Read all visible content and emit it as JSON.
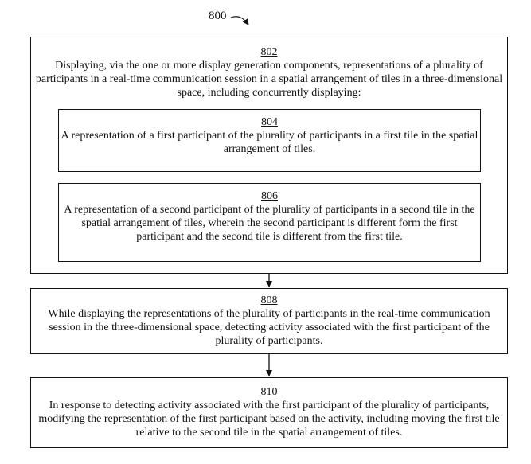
{
  "figure": {
    "label": "800"
  },
  "boxes": {
    "b802": {
      "ref": "802",
      "text": "Displaying, via the one or more display generation components, representations of a plurality of participants in a real-time communication session in a spatial arrangement of tiles in a three-dimensional space, including concurrently displaying:"
    },
    "b804": {
      "ref": "804",
      "text": "A representation of a first participant of the plurality of participants in a first tile in the spatial arrangement of tiles."
    },
    "b806": {
      "ref": "806",
      "text": "A representation of a second participant of the plurality of participants in a second tile in the spatial arrangement of tiles, wherein the second participant is different form the first participant and the second tile is different from the first tile."
    },
    "b808": {
      "ref": "808",
      "text": "While displaying the representations of the plurality of participants in the real-time communication session in the three-dimensional space, detecting activity associated with the first participant of the plurality of participants."
    },
    "b810": {
      "ref": "810",
      "text": "In response to detecting activity associated with the first participant of the plurality of participants, modifying the representation of the first participant based on the activity, including moving the first tile relative to the second tile in the spatial arrangement of tiles."
    }
  }
}
